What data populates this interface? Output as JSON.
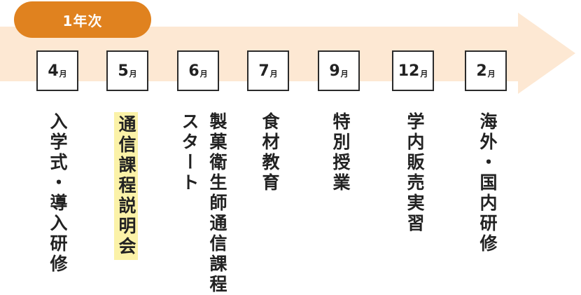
{
  "year_label": "1年次",
  "colors": {
    "arrow": "#fde8d3",
    "pill": "#e0821f",
    "highlight": "#fbf2a8"
  },
  "months": [
    {
      "num": "4",
      "suffix": "月",
      "event": "入学式・導入研修"
    },
    {
      "num": "5",
      "suffix": "月",
      "event": "通信課程説明会",
      "highlight": true
    },
    {
      "num": "6",
      "suffix": "月",
      "event": "製菓衛生師通信課程",
      "event2": "スタート"
    },
    {
      "num": "7",
      "suffix": "月",
      "event": "食材教育"
    },
    {
      "num": "9",
      "suffix": "月",
      "event": "特別授業"
    },
    {
      "num": "12",
      "suffix": "月",
      "event": "学内販売実習"
    },
    {
      "num": "2",
      "suffix": "月",
      "event": "海外・国内研修"
    }
  ]
}
